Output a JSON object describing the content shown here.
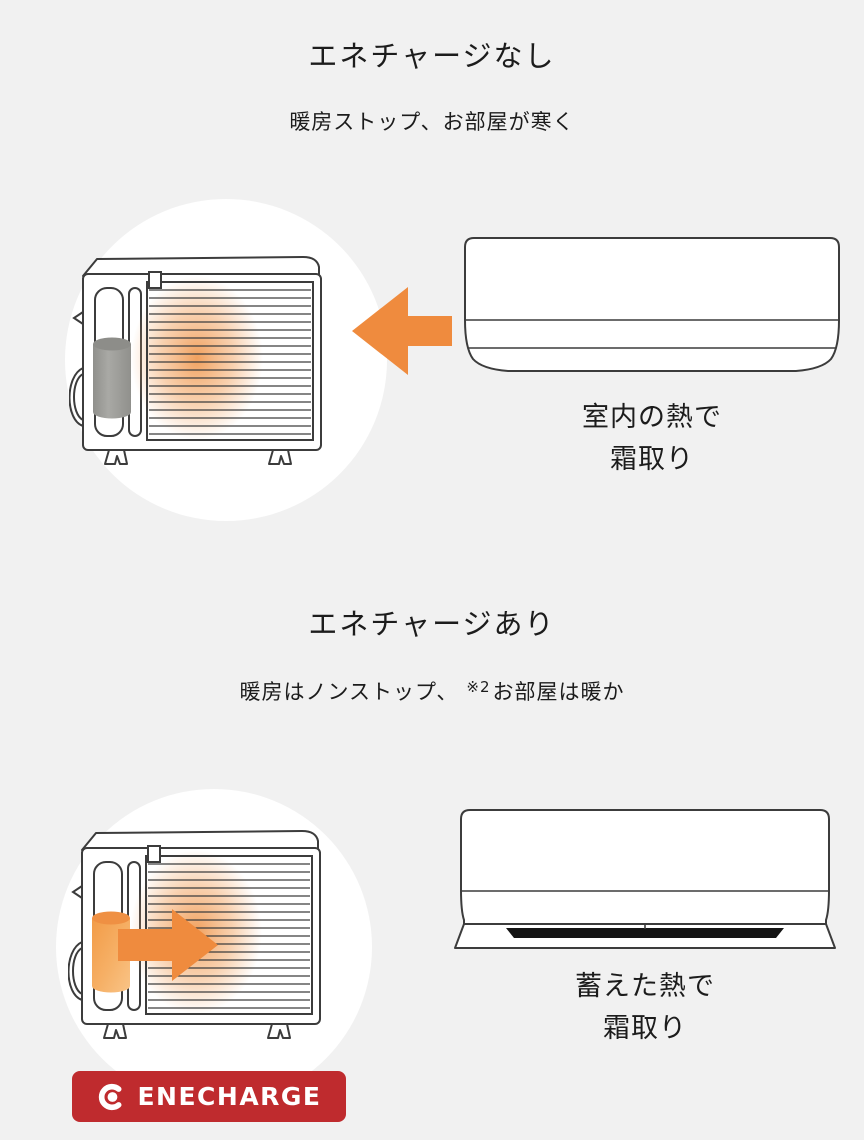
{
  "colors": {
    "background": "#f1f1f1",
    "surface": "#ffffff",
    "text": "#1c1c1c",
    "line": "#3c3c3c",
    "accent_orange": "#ef8b3e",
    "glow_orange": "#f2a263",
    "tank_gray": "#9d9d99",
    "tank_gray_top": "#8d8d89",
    "tank_orange": "#f5a855",
    "tank_orange_top": "#ef9043",
    "badge_red": "#bf2b2e",
    "badge_text": "#ffffff"
  },
  "section_without": {
    "title": "エネチャージなし",
    "subtitle": "暖房ストップ、お部屋が寒く",
    "caption_line1": "室内の熱で",
    "caption_line2": "霜取り"
  },
  "section_with": {
    "title": "エネチャージあり",
    "subtitle_prefix": "暖房はノンストップ、",
    "subtitle_note": "※2",
    "subtitle_suffix": "お部屋は暖か",
    "caption_line1": "蓄えた熱で",
    "caption_line2": "霜取り",
    "badge_label": "ENECHARGE"
  },
  "icons": {
    "heat-flow-left-arrow-icon": "solid orange arrow pointing left (heat taken from room)",
    "heat-release-right-arrow-icon": "solid orange arrow pointing right (stored heat released)",
    "enecharge-logo-icon": "white C-ring with center dot"
  }
}
